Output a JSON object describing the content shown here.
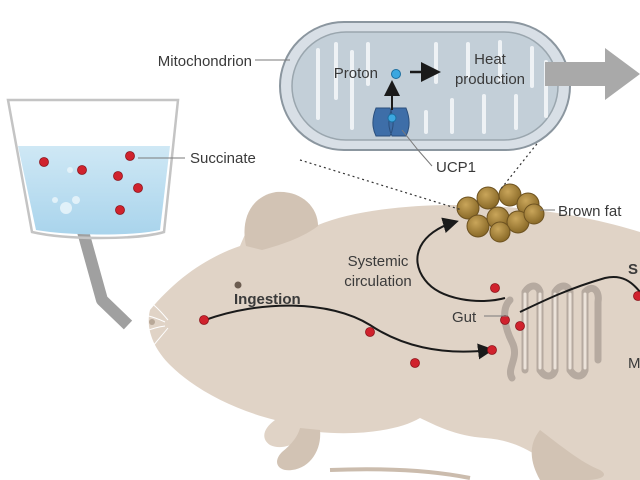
{
  "labels": {
    "mitochondrion": "Mitochondrion",
    "proton": "Proton",
    "heat_line1": "Heat",
    "heat_line2": "production",
    "ucp1": "UCP1",
    "succinate": "Succinate",
    "brown_fat": "Brown fat",
    "systemic_line1": "Systemic",
    "systemic_line2": "circulation",
    "ingestion": "Ingestion",
    "gut": "Gut",
    "cut_right_top": "S",
    "cut_right_bottom": "M"
  },
  "colors": {
    "mouse_body": "#e0d3c6",
    "mouse_shadow": "#cbbcad",
    "water": "#bfe0f0",
    "succinate_dot": "#d0222d",
    "brown_fat": "#a9853a",
    "mitochondrion_fill": "#c9d7e1",
    "ucp1_protein": "#3e6ea8",
    "proton": "#3ba7e0",
    "arrow": "#1a1a1a",
    "heat_arrow": "#a9a9a9"
  }
}
